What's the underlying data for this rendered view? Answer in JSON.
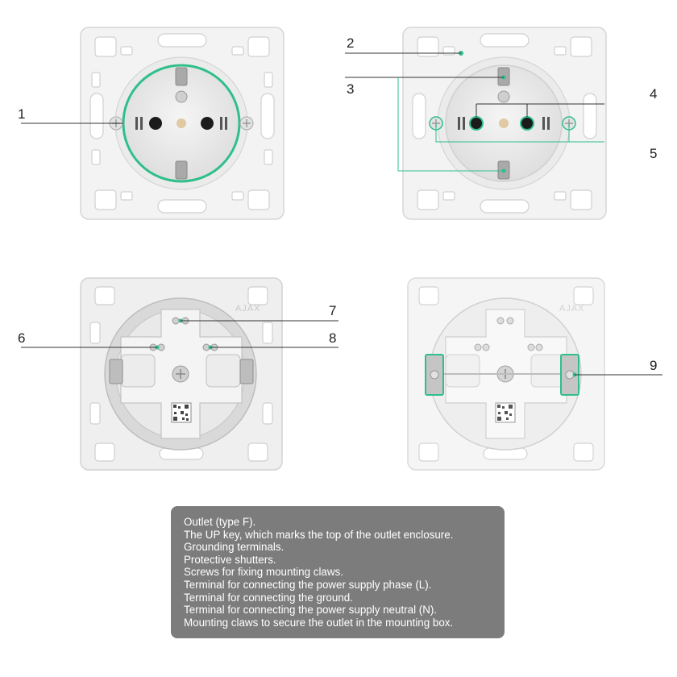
{
  "callouts": [
    "1",
    "2",
    "3",
    "4",
    "5",
    "6",
    "7",
    "8",
    "9"
  ],
  "legend": [
    "Outlet (type F).",
    "The UP key, which marks the top of the outlet enclosure.",
    "Grounding terminals.",
    "Protective shutters.",
    "Screws for fixing mounting claws.",
    "Terminal for connecting the power supply phase (L).",
    "Terminal for connecting the ground.",
    "Terminal for connecting the power supply neutral (N).",
    "Mounting claws to secure the outlet in the mounting box."
  ],
  "brand_mark": "AJAX",
  "colors": {
    "highlight": "#2fbf8a",
    "plate": "#f2f2f2",
    "plate_edge": "#d8d8d8",
    "legend_bg": "#7c7c7c",
    "leader": "#333333"
  }
}
